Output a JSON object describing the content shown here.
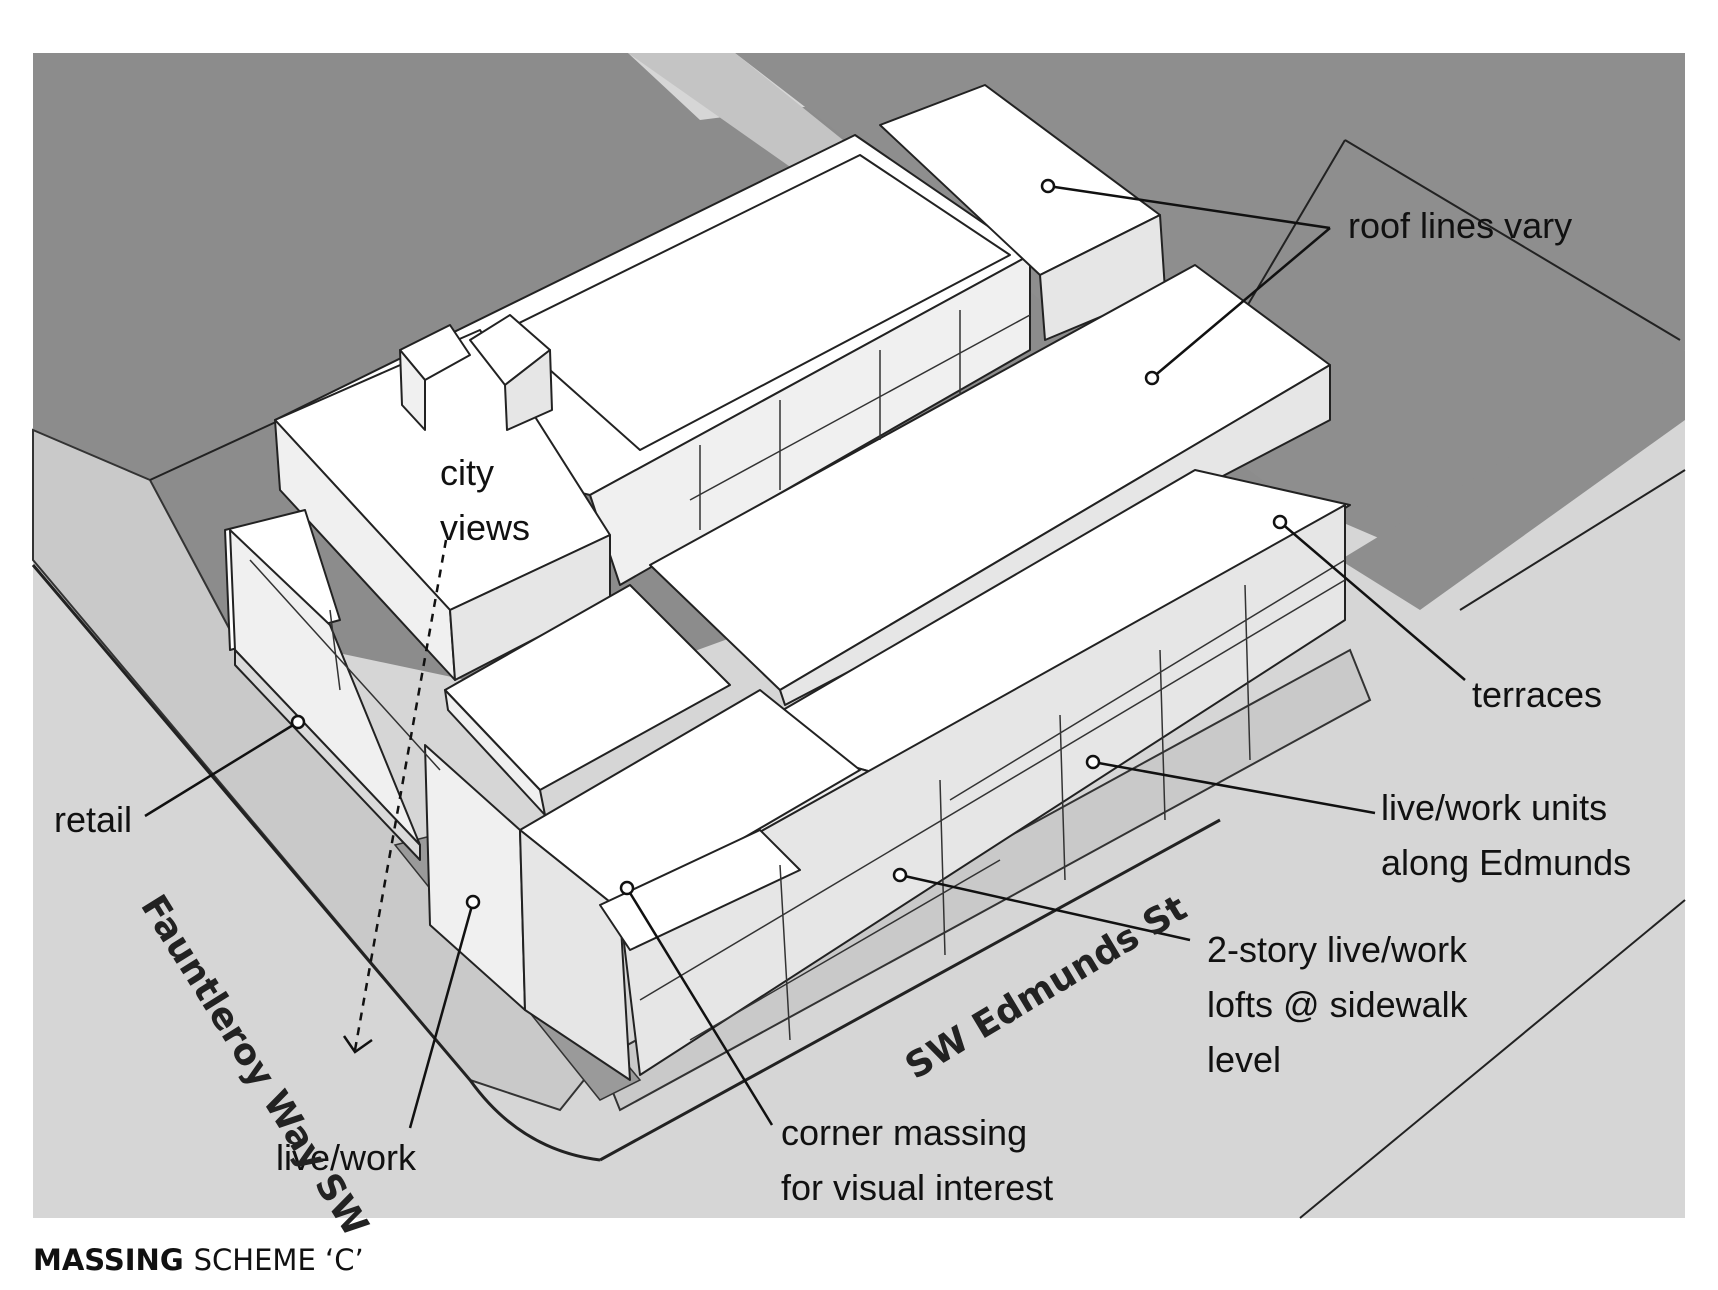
{
  "caption": {
    "bold": "MASSING",
    "regular": "SCHEME ‘C’"
  },
  "streets": {
    "west": "Fauntleroy Way SW",
    "south": "SW Edmunds St"
  },
  "annotations": {
    "roof_lines": "roof  lines vary",
    "city_views_1": "city",
    "city_views_2": "views",
    "terraces": "terraces",
    "retail": "retail",
    "live_work_units_1": "live/work units",
    "live_work_units_2": "along Edmunds",
    "lofts_1": "2-story live/work",
    "lofts_2": "lofts @ sidewalk",
    "lofts_3": "level",
    "live_work": "live/work",
    "corner_1": "corner massing",
    "corner_2": "for visual interest"
  },
  "colors": {
    "ground": "#d6d6d6",
    "parcel": "#8c8c8c",
    "sidewalk": "#c9c9c9",
    "shadow": "#9a9a9a"
  }
}
